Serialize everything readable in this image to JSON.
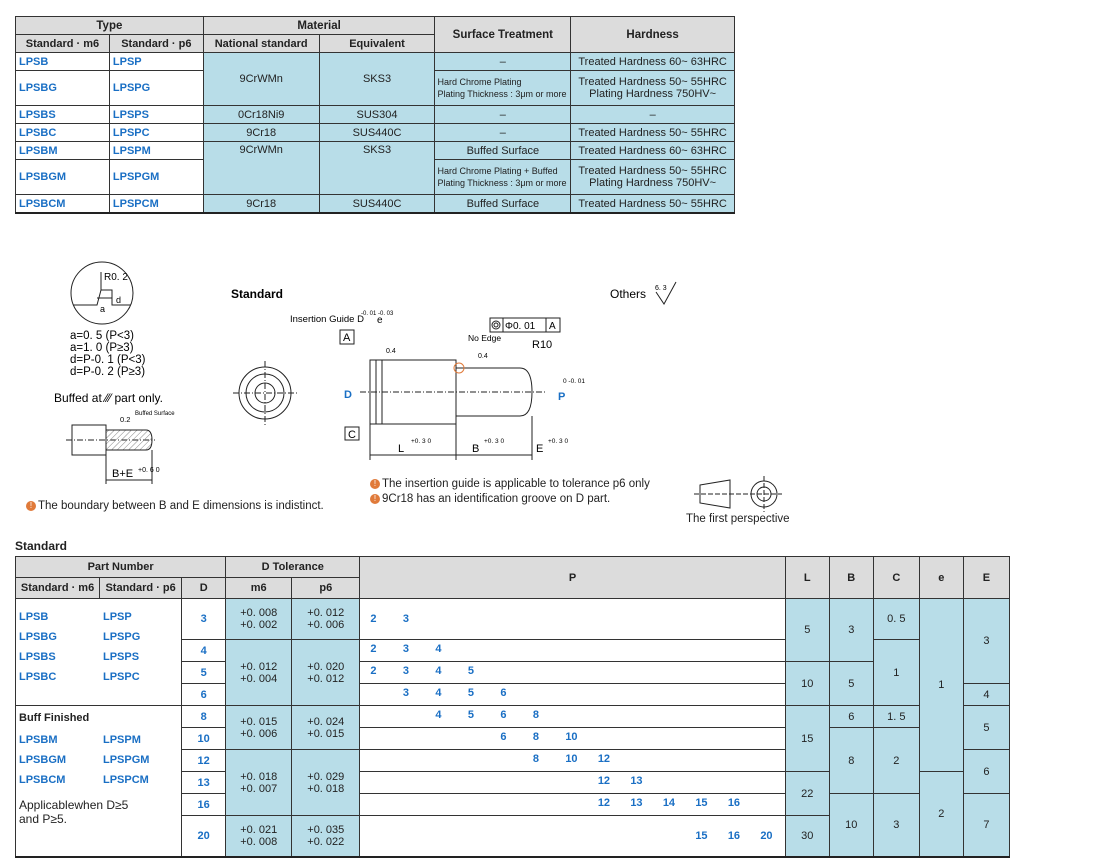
{
  "mat": {
    "h_type": "Type",
    "h_material": "Material",
    "h_surface": "Surface Treatment",
    "h_hardness": "Hardness",
    "h_std_m6": "Standard · m6",
    "h_std_p6": "Standard · p6",
    "h_national": "National standard",
    "h_equiv": "Equivalent",
    "rows": [
      {
        "m6": "LPSB",
        "p6": "LPSP",
        "surface": "–",
        "hard": "Treated Hardness 60~ 63HRC"
      },
      {
        "m6": "LPSBG",
        "p6": "LPSPG",
        "surf1": "Hard Chrome Plating",
        "surf2": "Plating Thickness : 3μm or more",
        "hard1": "Treated Hardness 50~ 55HRC",
        "hard2": "Plating Hardness 750HV~"
      },
      {
        "m6": "LPSBS",
        "p6": "LPSPS",
        "nat": "0Cr18Ni9",
        "eq": "SUS304",
        "surface": "–",
        "hard": "–"
      },
      {
        "m6": "LPSBC",
        "p6": "LPSPC",
        "nat": "9Cr18",
        "eq": "SUS440C",
        "surface": "–",
        "hard": "Treated Hardness 50~ 55HRC"
      },
      {
        "m6": "LPSBM",
        "p6": "LPSPM",
        "surface": "Buffed Surface",
        "hard": "Treated Hardness 60~ 63HRC"
      },
      {
        "m6": "LPSBGM",
        "p6": "LPSPGM",
        "surf1": "Hard Chrome Plating + Buffed",
        "surf2": "Plating Thickness : 3μm or more",
        "hard1": "Treated Hardness 50~ 55HRC",
        "hard2": "Plating Hardness 750HV~"
      },
      {
        "m6": "LPSBCM",
        "p6": "LPSPCM",
        "nat": "9Cr18",
        "eq": "SUS440C",
        "surface": "Buffed Surface",
        "hard": "Treated Hardness 50~ 55HRC"
      }
    ],
    "nat_a": "9CrWMn",
    "eq_a": "SKS3",
    "nat_b": "9CrWMn",
    "eq_b": "SKS3"
  },
  "drawing": {
    "r02": "R0. 2",
    "a": "a",
    "d": "d",
    "notes": [
      "a=0. 5 (P<3)",
      "a=1. 0 (P≥3)",
      "d=P-0. 1 (P<3)",
      "d=P-0. 2 (P≥3)"
    ],
    "buffed": "Buffed at ⁄⁄⁄ part only.",
    "buffed_small": "Buffed Surface",
    "v02": "0.2",
    "be": "B+E",
    "be_tol": "+0. 6\n0",
    "standard": "Standard",
    "insertion": "Insertion Guide D",
    "ins_tol": "-0. 01 -0. 03",
    "e": "e",
    "A": "A",
    "v04": "0.4",
    "no_edge": "No Edge",
    "concentric": "Φ0. 01",
    "R10": "R10",
    "D": "D",
    "P": "P",
    "P_tol": "0 -0. 01",
    "C": "C",
    "L": "L",
    "B": "B",
    "E": "E",
    "tol03": "+0. 3 0",
    "others": "Others",
    "v63": "6. 3",
    "note_boundary": "The boundary between B and E dimensions is indistinct.",
    "note_insertion": "The insertion guide is applicable to tolerance p6 only",
    "note_groove": "9Cr18 has an identification groove on D part.",
    "first_persp": "The first perspective"
  },
  "std": {
    "title": "Standard",
    "h_part": "Part Number",
    "h_dtol": "D Tolerance",
    "h_p": "P",
    "h_L": "L",
    "h_B": "B",
    "h_C": "C",
    "h_e": "e",
    "h_E": "E",
    "h_m6": "Standard · m6",
    "h_p6": "Standard · p6",
    "h_D": "D",
    "h_tm6": "m6",
    "h_tp6": "p6",
    "groups1": [
      [
        "LPSB",
        "LPSP"
      ],
      [
        "LPSBG",
        "LPSPG"
      ],
      [
        "LPSBS",
        "LPSPS"
      ],
      [
        "LPSBC",
        "LPSPC"
      ]
    ],
    "buff": "Buff Finished",
    "groups2": [
      [
        "LPSBM",
        "LPSPM"
      ],
      [
        "LPSBGM",
        "LPSPGM"
      ],
      [
        "LPSBCM",
        "LPSPCM"
      ]
    ],
    "applicable": "Applicablewhen D≥5 and P≥5.",
    "D": [
      "3",
      "4",
      "5",
      "6",
      "8",
      "10",
      "12",
      "13",
      "16",
      "20"
    ],
    "tol": [
      {
        "m6": "+0. 008\n+0. 002",
        "p6": "+0. 012\n+0. 006"
      },
      {
        "m6": "+0. 012\n+0. 004",
        "p6": "+0. 020\n+0. 012"
      },
      {
        "m6": "+0. 015\n+0. 006",
        "p6": "+0. 024\n+0. 015"
      },
      {
        "m6": "+0. 018\n+0. 007",
        "p6": "+0. 029\n+0. 018"
      },
      {
        "m6": "+0. 021\n+0. 008",
        "p6": "+0. 035\n+0. 022"
      }
    ],
    "prow": [
      [
        "2",
        "3"
      ],
      [
        "2",
        "3",
        "4"
      ],
      [
        "2",
        "3",
        "4",
        "5"
      ],
      [
        "3",
        "4",
        "5",
        "6"
      ],
      [
        "4",
        "5",
        "6",
        "8"
      ],
      [
        "6",
        "8",
        "10"
      ],
      [
        "8",
        "10",
        "12"
      ],
      [
        "12",
        "13"
      ],
      [
        "12",
        "13",
        "14",
        "15",
        "16"
      ],
      [
        "15",
        "16",
        "20"
      ]
    ],
    "L": [
      "5",
      "10",
      "15",
      "22",
      "30"
    ],
    "B": [
      "3",
      "5",
      "6",
      "8",
      "10"
    ],
    "C": [
      "0. 5",
      "1",
      "1. 5",
      "2",
      "3"
    ],
    "e": [
      "1",
      "2"
    ],
    "E": [
      "3",
      "4",
      "5",
      "6",
      "7"
    ]
  }
}
